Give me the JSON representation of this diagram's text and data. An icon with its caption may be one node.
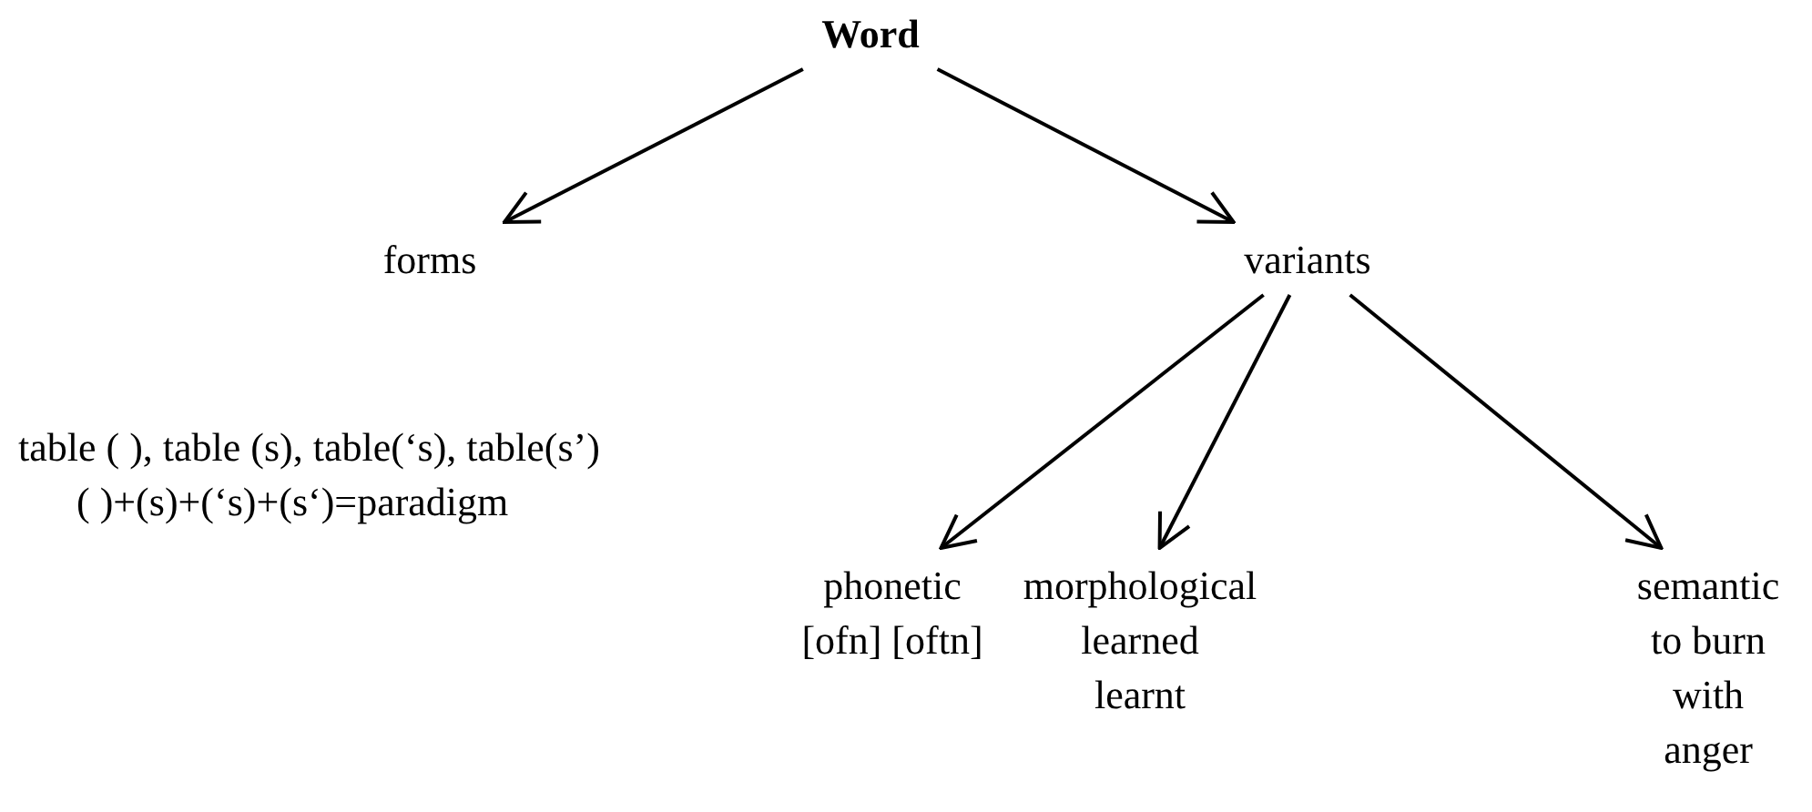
{
  "diagram": {
    "nodes": [
      {
        "text": [
          "Word"
        ]
      },
      {
        "text": [
          "forms"
        ]
      },
      {
        "text": [
          "variants"
        ]
      },
      {
        "text": [
          "phonetic",
          "[ofn] [oftn]"
        ]
      },
      {
        "text": [
          "morphological",
          "learned",
          "learnt"
        ]
      },
      {
        "text": [
          "semantic",
          "to burn with anger"
        ]
      }
    ],
    "edges": [
      {
        "from": 0,
        "to": 1,
        "arrow": "to"
      },
      {
        "from": 0,
        "to": 2,
        "arrow": "to"
      },
      {
        "from": 2,
        "to": 3,
        "arrow": "to"
      },
      {
        "from": 2,
        "to": 4,
        "arrow": "to"
      },
      {
        "from": 2,
        "to": 5,
        "arrow": "to"
      }
    ],
    "labels": [
      "table ( ), table (s), table(‘s), table(s’)",
      "( )+(s)+(‘s)+(s‘)=paradigm"
    ]
  }
}
